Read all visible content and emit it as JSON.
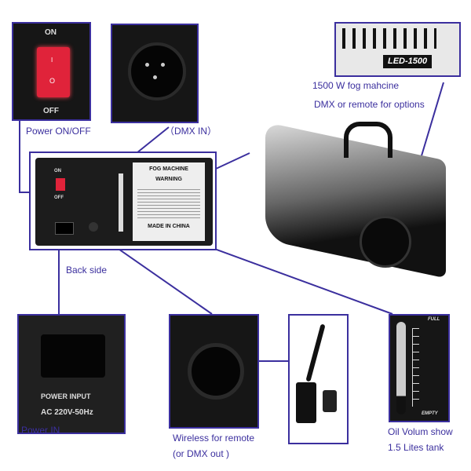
{
  "colors": {
    "accent": "#3b2f9e",
    "switch": "#e0233a"
  },
  "switch_box": {
    "on": "ON",
    "off": "OFF",
    "i": "I",
    "o": "O"
  },
  "led_box": {
    "model": "LED-1500"
  },
  "back_panel": {
    "title": "FOG MACHINE",
    "warning": "WARNING",
    "made": "MADE IN CHINA",
    "on": "ON",
    "off": "OFF"
  },
  "power_box": {
    "line1": "POWER INPUT",
    "line2": "AC 220V-50Hz"
  },
  "oil_box": {
    "full": "FULL",
    "empty": "EMPTY"
  },
  "labels": {
    "power_switch": "Power ON/OFF",
    "dmx_in": "（DMX IN）",
    "wattage": "1500 W  fog mahcine",
    "options": "DMX or remote for options",
    "back_side": "Back side",
    "power_in": "Power  IN",
    "wireless_1": "Wireless for remote",
    "wireless_2": "(or DMX out )",
    "oil_1": "Oil Volum show",
    "oil_2": "1.5 Lites tank"
  }
}
